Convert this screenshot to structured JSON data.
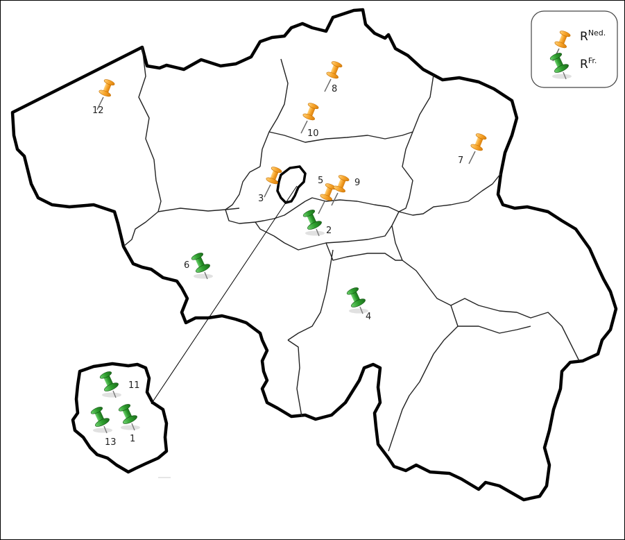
{
  "legend": {
    "items": [
      {
        "symbol": "orange-pin",
        "base": "R",
        "sup": "Ned."
      },
      {
        "symbol": "green-pin",
        "base": "R",
        "sup": "Fr."
      }
    ]
  },
  "pins": [
    {
      "label": "12",
      "color": "orange"
    },
    {
      "label": "8",
      "color": "orange"
    },
    {
      "label": "10",
      "color": "orange"
    },
    {
      "label": "7",
      "color": "orange"
    },
    {
      "label": "3",
      "color": "orange"
    },
    {
      "label": "5",
      "color": "orange"
    },
    {
      "label": "9",
      "color": "orange"
    },
    {
      "label": "2",
      "color": "green"
    },
    {
      "label": "6",
      "color": "green"
    },
    {
      "label": "4",
      "color": "green"
    },
    {
      "label": "11",
      "color": "green"
    },
    {
      "label": "13",
      "color": "green"
    },
    {
      "label": "1",
      "color": "green"
    }
  ],
  "colors": {
    "orange_pin": "#f7a42a",
    "green_pin": "#2e9e2e",
    "border": "#000000"
  }
}
